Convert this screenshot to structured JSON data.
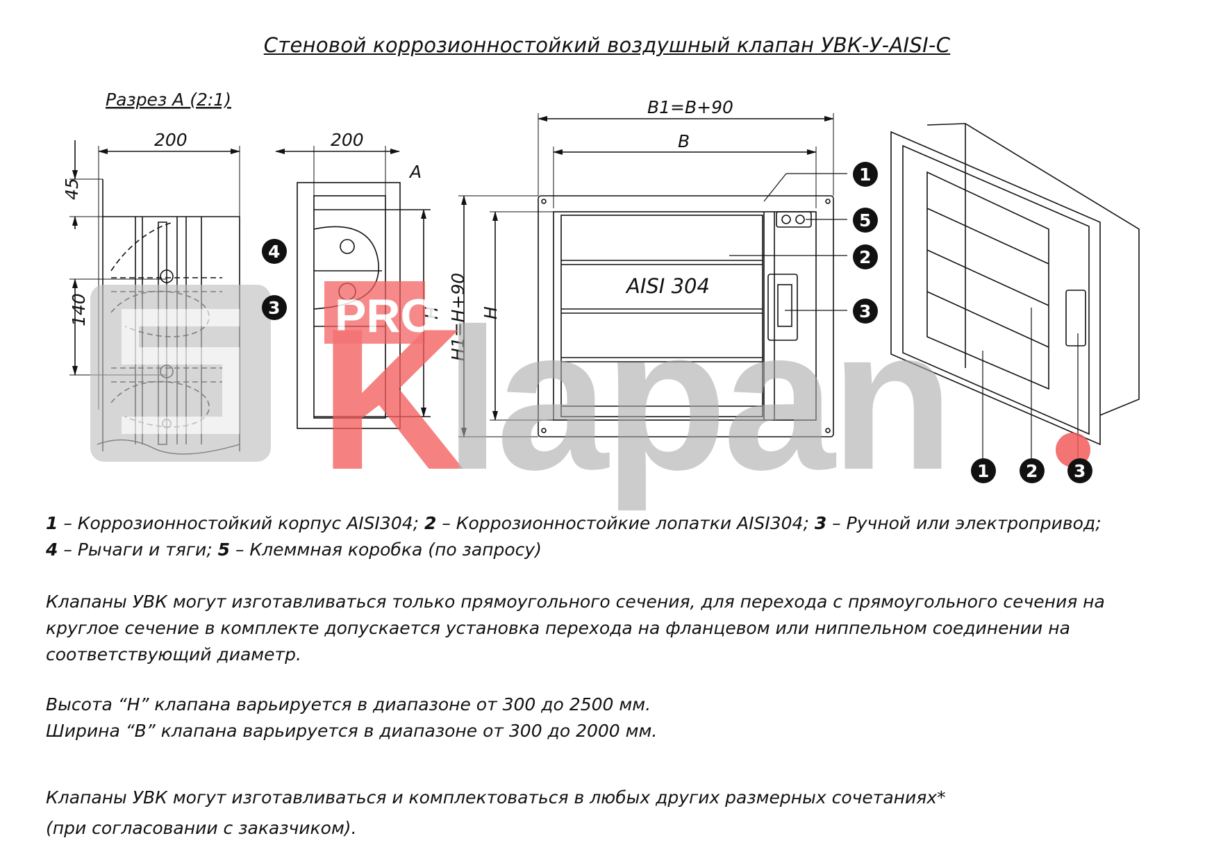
{
  "title": "Стеновой коррозионностойкий воздушный клапан УВК-У-AISI-С",
  "section": {
    "label": "Разрез А (2:1)",
    "dim_width": "200",
    "dim_top": "45",
    "dim_pitch": "140"
  },
  "side_view": {
    "dim_width": "200",
    "section_marker": "А",
    "dim_h": "H"
  },
  "front_view": {
    "dim_b1": "B1=B+90",
    "dim_b": "B",
    "dim_h1": "H1=H+90",
    "dim_h": "H",
    "blade_label": "AISI 304"
  },
  "callouts": [
    "1",
    "2",
    "3",
    "4",
    "5"
  ],
  "legend": {
    "line1": [
      {
        "num": "1",
        "text": " – Коррозионностойкий корпус AISI304; "
      },
      {
        "num": "2",
        "text": " – Коррозионностойкие лопатки AISI304; "
      },
      {
        "num": "3",
        "text": " – Ручной или электропривод;"
      }
    ],
    "line2": [
      {
        "num": "4",
        "text": " – Рычаги и тяги; "
      },
      {
        "num": "5",
        "text": " – Клеммная коробка (по запросу)"
      }
    ]
  },
  "paragraphs": {
    "p1_l1": "Клапаны УВК могут изготавливаться только прямоугольного сечения, для перехода с прямоугольного сечения на",
    "p1_l2": "круглое сечение в комплекте допускается установка перехода на фланцевом или ниппельном соединении на",
    "p1_l3": "соответствующий диаметр.",
    "p2_l1": "Высота “Н” клапана варьируется в диапазоне от 300 до 2500 мм.",
    "p2_l2": "Ширина “В” клапана варьируется в диапазоне от 300 до 2000 мм.",
    "p3_l1": "Клапаны УВК могут изготавливаться и комплектоваться в любых других размерных сочетаниях*",
    "p3_l2": "(при согласовании с заказчиком)."
  },
  "watermark": {
    "pro": "PRO",
    "k": "K",
    "rest": "lapan",
    "colors": {
      "red": "#f25a5a",
      "gray": "#bdbdbd",
      "dark": "#a8a8a8"
    }
  }
}
